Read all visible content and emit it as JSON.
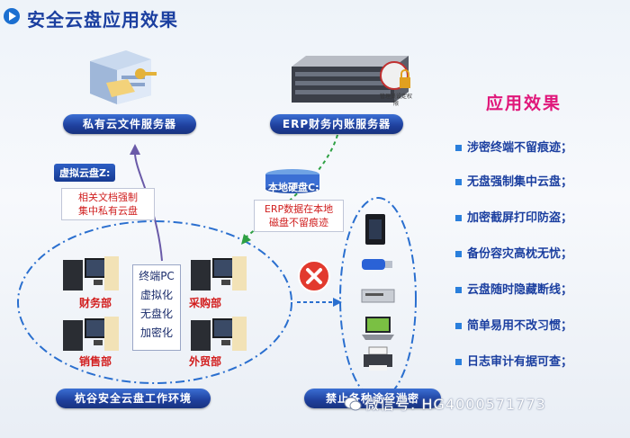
{
  "title": "安全云盘应用效果",
  "servers": {
    "private_file_server": "私有云文件服务器",
    "erp_server": "ERP财务内账服务器",
    "erp_server_icon_caption": "管理员设定权限"
  },
  "virtual_disk": {
    "label": "虚拟云盘Z:",
    "note_line1": "相关文档强制",
    "note_line2": "集中私有云盘"
  },
  "local_disk": {
    "label": "本地硬盘C:",
    "note_line1": "ERP数据在本地",
    "note_line2": "磁盘不留痕迹"
  },
  "work_env": {
    "label": "杭谷安全云盘工作环境",
    "departments": [
      "财务部",
      "采购部",
      "销售部",
      "外贸部"
    ],
    "features": [
      "终端PC",
      "虚拟化",
      "无盘化",
      "加密化"
    ]
  },
  "exit_label": "禁止各种途径泄密",
  "benefits": {
    "title": "应用效果",
    "items": [
      "涉密终端不留痕迹；",
      "无盘强制集中云盘；",
      "加密截屏打印防盗；",
      "备份容灾高枕无忧；",
      "云盘随时隐藏断线；",
      "简单易用不改习惯；",
      "日志审计有据可查；"
    ]
  },
  "watermark": "微信号: HG4000571773",
  "colors": {
    "accent": "#1b3fa0",
    "benefit_title": "#e0177a",
    "note_text": "#d02020"
  }
}
